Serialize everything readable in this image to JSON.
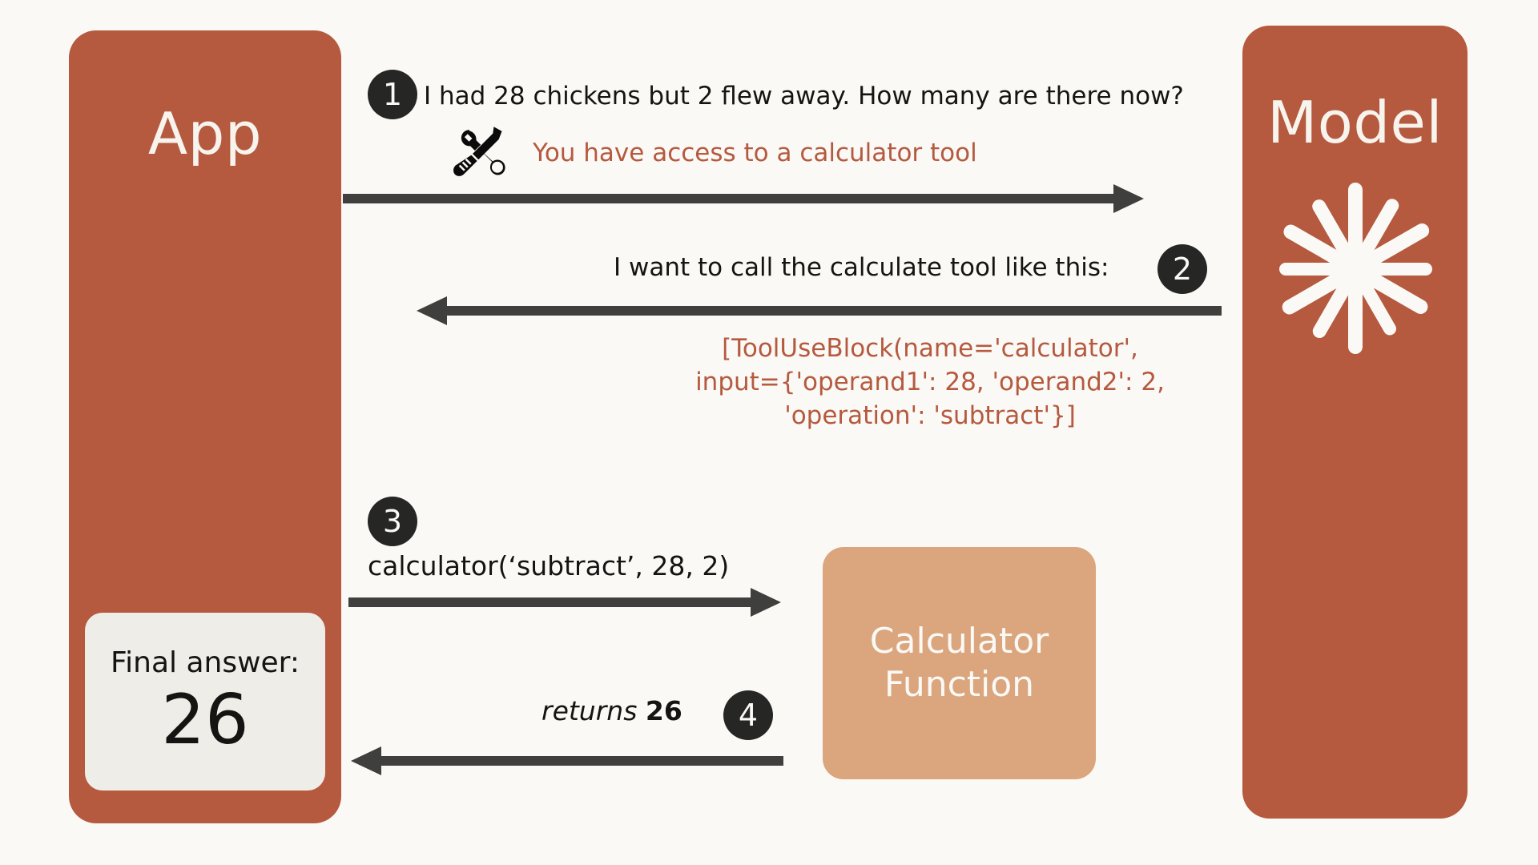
{
  "colors": {
    "background": "#FAF9F5",
    "pillar": "#B5593F",
    "accent_text": "#B5593F",
    "calculator_box": "#DBA57D",
    "badge": "#262625",
    "arrow": "#3F3F3E",
    "card": "#EFEDE7",
    "dark_text": "#141413",
    "light_text": "#FAF9F5"
  },
  "app_panel": {
    "title": "App",
    "final_answer": {
      "label": "Final answer:",
      "value": "26"
    }
  },
  "model_panel": {
    "title": "Model",
    "logo_icon": "starburst-icon"
  },
  "calculator": {
    "line1": "Calculator",
    "line2": "Function"
  },
  "steps": [
    {
      "number": "1",
      "badge": "1",
      "text": "I had 28 chickens but 2 flew away. How many are there now?",
      "note": "You have access to a calculator tool",
      "note_icon": "tools-icon",
      "arrow_direction": "right",
      "from": "App",
      "to": "Model"
    },
    {
      "number": "2",
      "badge": "2",
      "text": "I want to call the calculate tool like this:",
      "code": [
        "[ToolUseBlock(name='calculator',",
        "input={'operand1': 28, 'operand2': 2,",
        "'operation': 'subtract'}]"
      ],
      "arrow_direction": "left",
      "from": "Model",
      "to": "App"
    },
    {
      "number": "3",
      "badge": "3",
      "text": "calculator(‘subtract’, 28, 2)",
      "arrow_direction": "right",
      "from": "App",
      "to": "Calculator Function"
    },
    {
      "number": "4",
      "badge": "4",
      "text_italic": "returns",
      "text_bold": "26",
      "arrow_direction": "left",
      "from": "Calculator Function",
      "to": "App"
    }
  ]
}
